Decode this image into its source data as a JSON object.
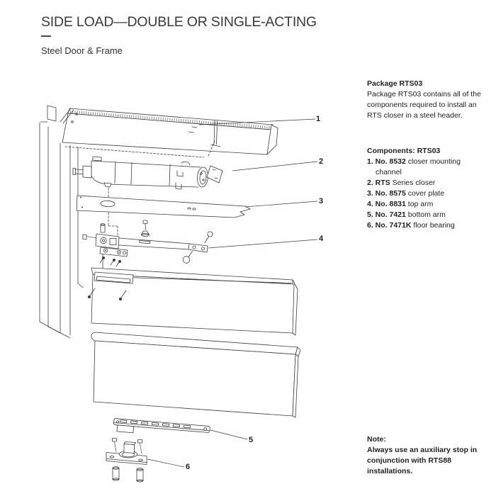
{
  "header": {
    "title": "SIDE LOAD—DOUBLE OR SINGLE-ACTING",
    "subtitle": "Steel Door & Frame"
  },
  "sidebar": {
    "package_heading": "Package RTS03",
    "package_body": "Package RTS03 contains all of the components required to install an RTS closer in a steel header.",
    "components_heading": "Components: RTS03",
    "components": [
      {
        "bold": "1. No. 8532",
        "rest": " closer mounting channel"
      },
      {
        "bold": "2. RTS",
        "rest": " Series closer"
      },
      {
        "bold": "3. No. 8575",
        "rest": " cover plate"
      },
      {
        "bold": "4. No. 8831",
        "rest": " top arm"
      },
      {
        "bold": "5. No. 7421",
        "rest": " bottom arm"
      },
      {
        "bold": "6. No. 7471K",
        "rest": " floor bearing"
      }
    ],
    "note_heading": "Note:",
    "note_body": "Always use an auxiliary stop in conjunction with RTS88 installations."
  },
  "diagram": {
    "callouts": [
      {
        "label": "1"
      },
      {
        "label": "2"
      },
      {
        "label": "3"
      },
      {
        "label": "4"
      },
      {
        "label": "5"
      },
      {
        "label": "6"
      }
    ]
  }
}
